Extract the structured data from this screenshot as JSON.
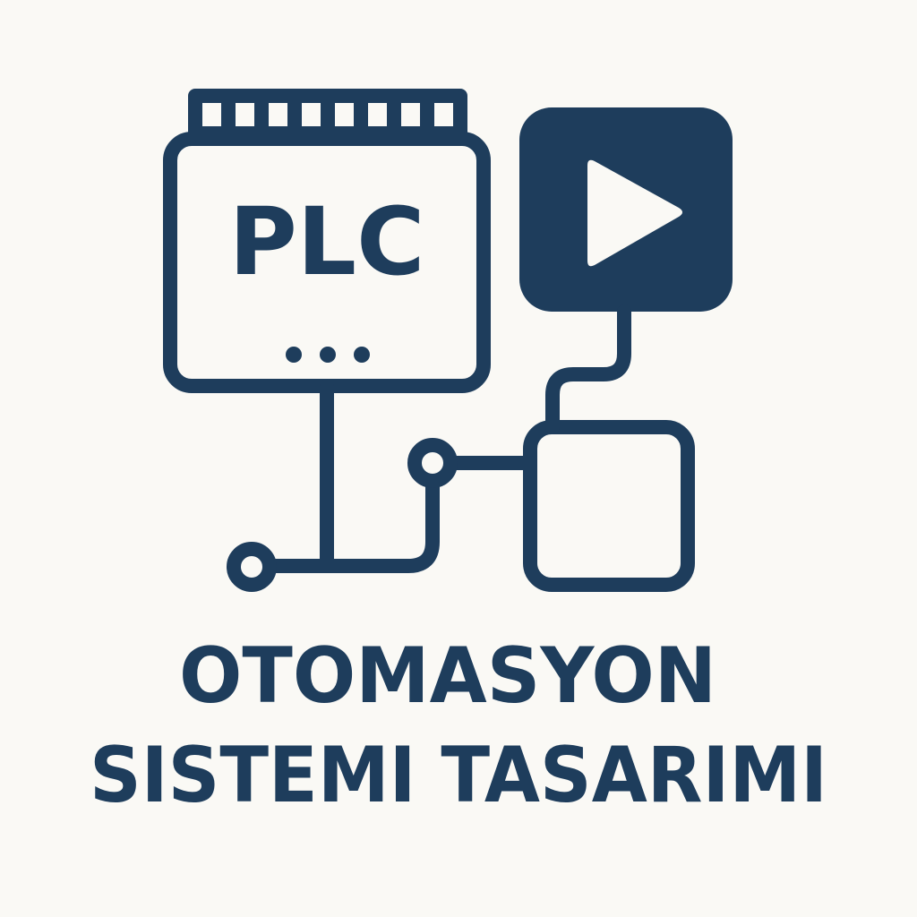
{
  "colors": {
    "primary": "#1e3d5c",
    "background": "#faf9f5"
  },
  "plc_module": {
    "label": "PLC",
    "indicator": "..."
  },
  "icons": {
    "play": "play-icon"
  },
  "title": {
    "line1": "OTOMASYON",
    "line2": "SISTEMI TASARIMI"
  }
}
